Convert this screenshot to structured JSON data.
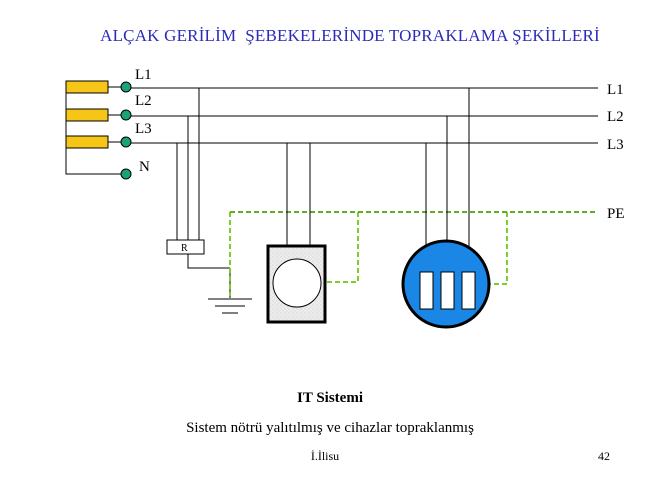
{
  "slide": {
    "title": "ALÇAK GERİLİM  ŞEBEKELERİNDE TOPRAKLAMA ŞEKİLLERİ",
    "caption_title": "IT  Sistemi",
    "caption_sub": "Sistem nötrü yalıtılmış ve cihazlar topraklanmış",
    "author": "İ.İlisu",
    "page_number": "42"
  },
  "diagram": {
    "source_labels": {
      "l1": "L1",
      "l2": "L2",
      "l3": "L3",
      "n": "N"
    },
    "line_labels": {
      "l1": "L1",
      "l2": "L2",
      "l3": "L3",
      "pe": "PE"
    },
    "resistor_label": "R",
    "colors": {
      "title": "#2b2bb8",
      "coil_fill": "#f5c518",
      "terminal_fill": "#1aa37a",
      "pe_conductor": "#7ccf2a",
      "device_blue": "#1a86e6",
      "device_gray": "#e6e6e6"
    }
  }
}
